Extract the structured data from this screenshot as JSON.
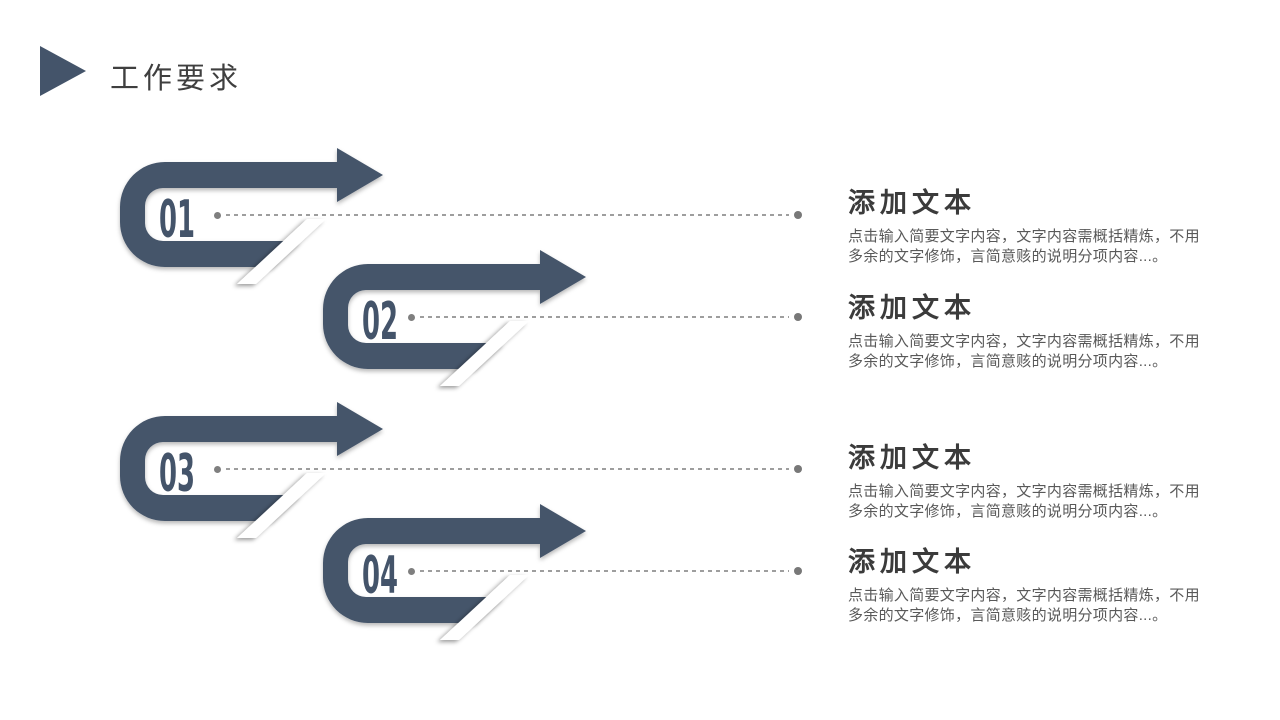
{
  "slide": {
    "background_color": "#ffffff",
    "accent_color": "#44546a",
    "text_gray": "#595959",
    "header": {
      "icon": "triangle-right-icon",
      "title": "工作要求"
    },
    "steps": [
      {
        "number": "01",
        "title": "添加文本",
        "body": "点击输入简要文字内容，文字内容需概括精炼，不用多余的文字修饰，言简意赅的说明分项内容...。"
      },
      {
        "number": "02",
        "title": "添加文本",
        "body": "点击输入简要文字内容，文字内容需概括精炼，不用多余的文字修饰，言简意赅的说明分项内容...。"
      },
      {
        "number": "03",
        "title": "添加文本",
        "body": "点击输入简要文字内容，文字内容需概括精炼，不用多余的文字修饰，言简意赅的说明分项内容...。"
      },
      {
        "number": "04",
        "title": "添加文本",
        "body": "点击输入简要文字内容，文字内容需概括精炼，不用多余的文字修饰，言简意赅的说明分项内容...。"
      }
    ]
  }
}
